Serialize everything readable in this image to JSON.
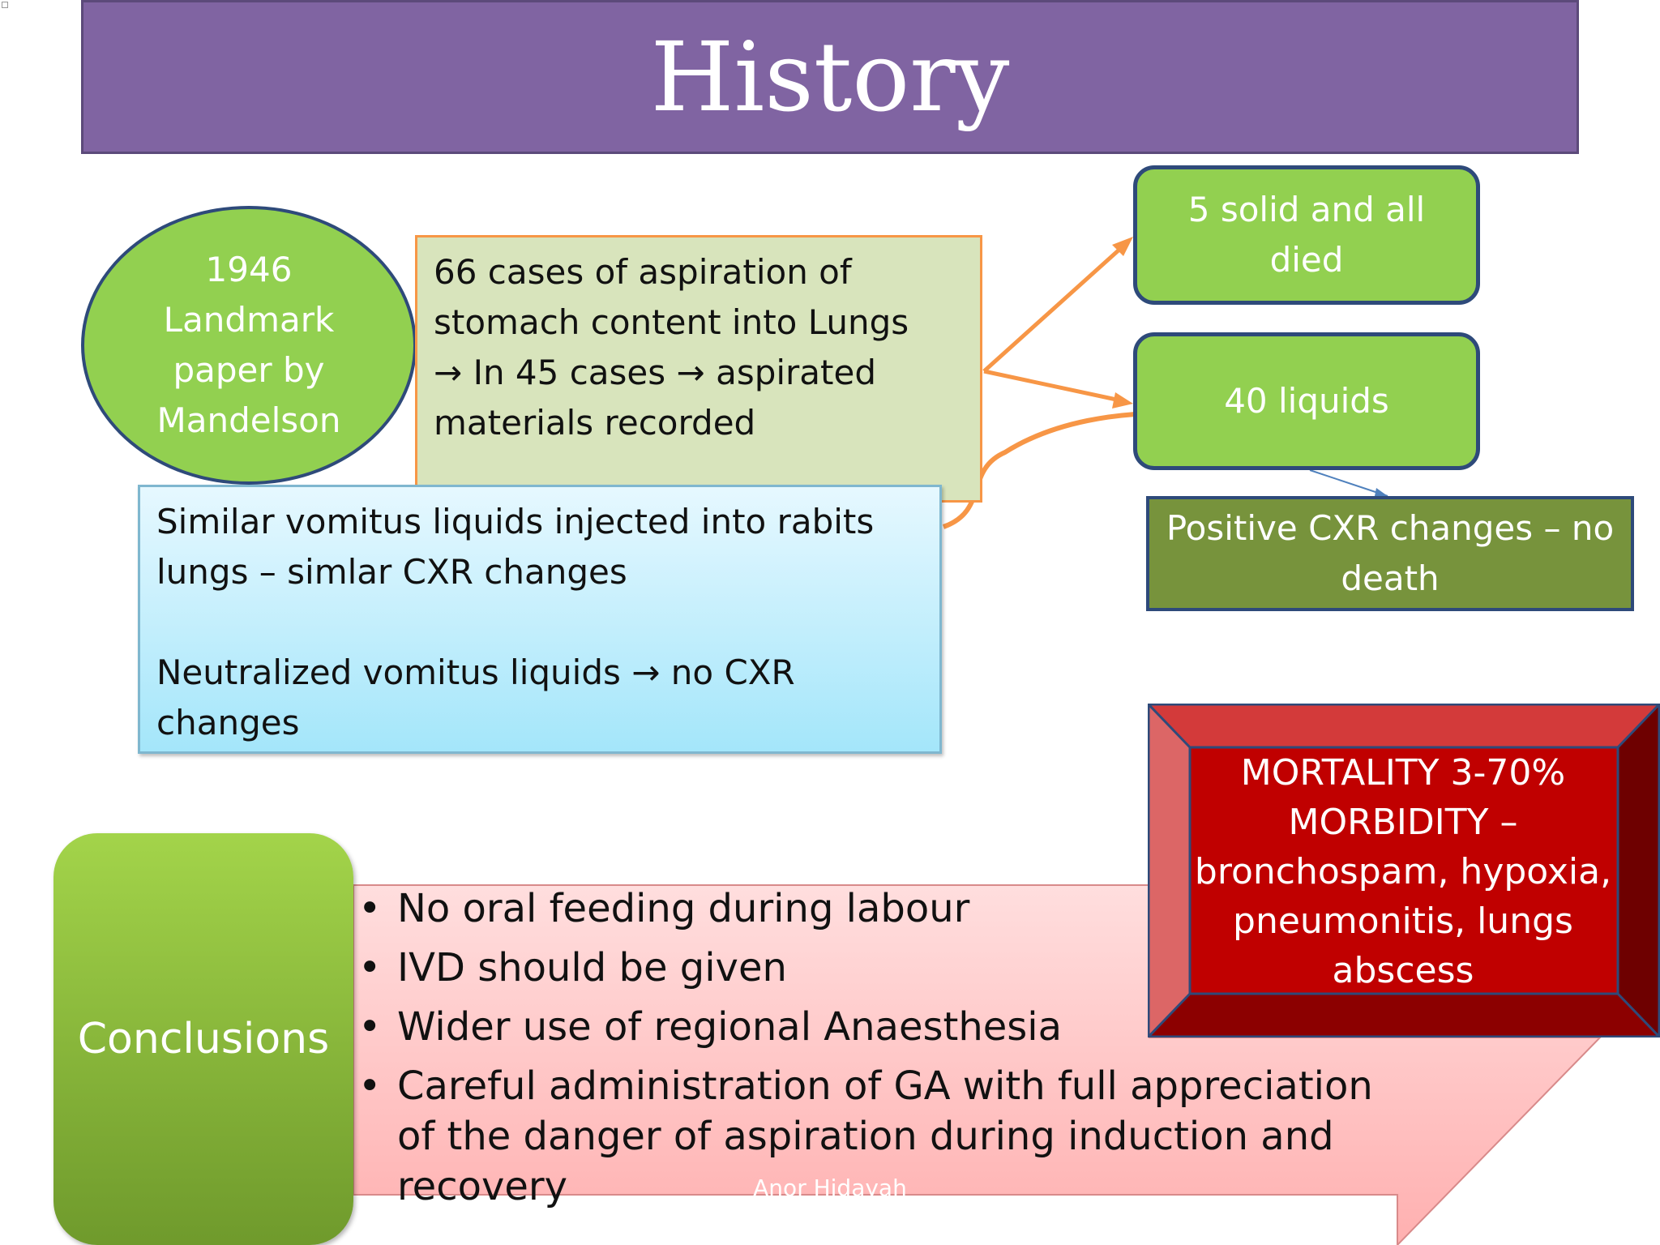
{
  "title": "History",
  "landmark": {
    "lines": [
      "1946",
      "Landmark",
      "paper by",
      "Mandelson"
    ]
  },
  "cases": {
    "line1": "66 cases of aspiration of",
    "line2": "stomach content into Lungs",
    "arrow_glyph": "→",
    "line3_a": "In 45 cases",
    "line3_b": "aspirated",
    "line4": "materials recorded"
  },
  "outcomes": {
    "solid_line1": "5 solid and all",
    "solid_line2": "died",
    "liquids": "40 liquids",
    "positive_line1": "Positive CXR changes – no",
    "positive_line2": "death"
  },
  "rabbit": {
    "line1": "Similar vomitus liquids injected into rabits",
    "line2": "lungs – simlar CXR changes",
    "line3_a": "Neutralized vomitus liquids",
    "line3_b": "no CXR",
    "line4": "changes"
  },
  "conclusions": {
    "label": "Conclusions",
    "items": [
      "No oral feeding during labour",
      "IVD should be given",
      "Wider use of regional Anaesthesia",
      "Careful administration of GA with full appreciation of the danger of aspiration during induction and recovery"
    ]
  },
  "mortality": {
    "line1": "MORTALITY 3-70%",
    "line2": "MORBIDITY –",
    "line3": "bronchospam, hypoxia,",
    "line4": "pneumonitis, lungs",
    "line5": "abscess"
  },
  "footer": "Anor Hidayah",
  "colors": {
    "title_bar": "#8064a2",
    "green": "#92d050",
    "olive": "#77933c",
    "orange_border": "#f79646",
    "blue_fill": "#a4e6fa",
    "pink_banner": "#ffc7c7",
    "red_bevel": "#c00000"
  }
}
